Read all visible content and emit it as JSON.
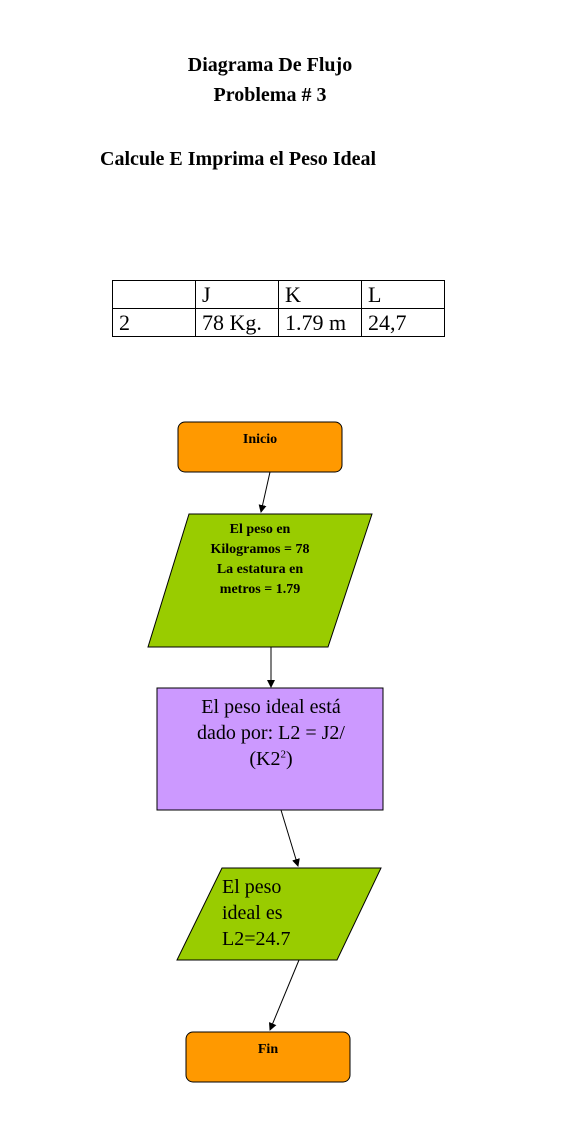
{
  "title": {
    "line1": "Diagrama De Flujo",
    "line2": "Problema # 3"
  },
  "subtitle": "Calcule E Imprima el Peso Ideal",
  "table": {
    "header": [
      "",
      "J",
      "K",
      "L"
    ],
    "row": [
      "2",
      "78 Kg.",
      "1.79 m",
      "24,7"
    ]
  },
  "flowchart": {
    "start": "Inicio",
    "input": {
      "line1": "El peso en",
      "line2": "Kilogramos = 78",
      "line3": "La estatura en",
      "line4": "metros = 1.79"
    },
    "process": {
      "line1": "El peso ideal está",
      "line2": "dado por: L2 = J2/",
      "line3_prefix": "(K2",
      "line3_sup": "2",
      "line3_suffix": ")"
    },
    "output": {
      "line1": "El peso",
      "line2": "ideal es",
      "line3": "L2=24.7"
    },
    "end": "Fin"
  },
  "colors": {
    "terminal": "#ff9900",
    "io": "#99cc00",
    "process": "#cc99ff",
    "stroke": "#000000"
  }
}
